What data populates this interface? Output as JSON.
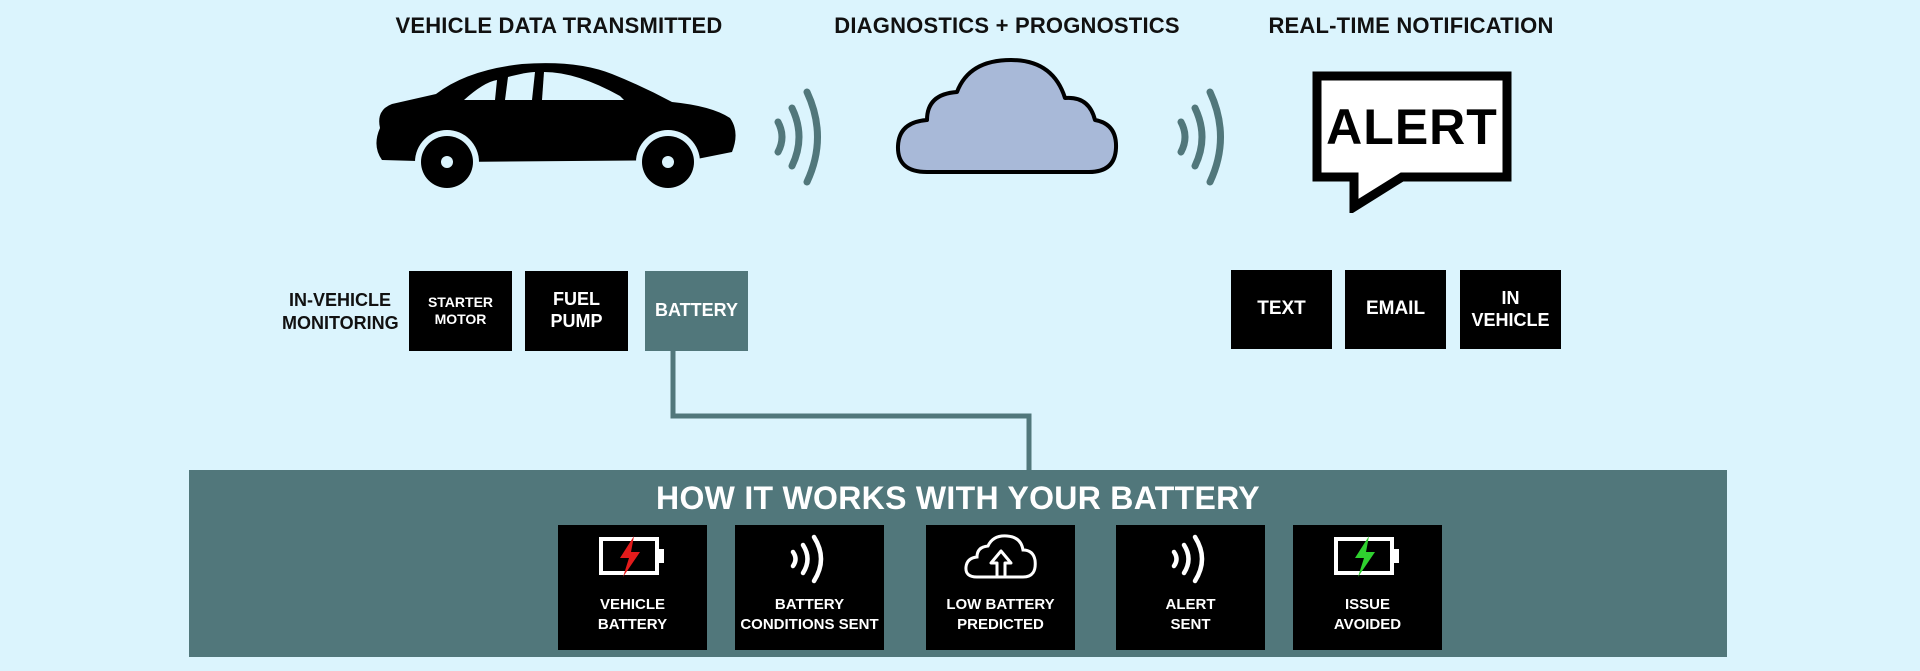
{
  "headings": {
    "vehicle_data": "VEHICLE DATA TRANSMITTED",
    "diagnostics": "DIAGNOSTICS + PROGNOSTICS",
    "notification": "REAL-TIME NOTIFICATION"
  },
  "alert_text": "ALERT",
  "monitoring": {
    "label": "IN-VEHICLE\nMONITORING",
    "items": [
      "STARTER\nMOTOR",
      "FUEL\nPUMP",
      "BATTERY"
    ]
  },
  "notifications": {
    "items": [
      "TEXT",
      "EMAIL",
      "IN\nVEHICLE"
    ]
  },
  "battery_panel": {
    "title": "HOW IT WORKS WITH YOUR BATTERY",
    "steps": [
      {
        "label": "VEHICLE\nBATTERY",
        "icon": "battery-red-bolt-icon"
      },
      {
        "label": "BATTERY\nCONDITIONS SENT",
        "icon": "signal-waves-icon"
      },
      {
        "label": "LOW BATTERY\nPREDICTED",
        "icon": "cloud-upload-icon"
      },
      {
        "label": "ALERT\nSENT",
        "icon": "signal-waves-icon"
      },
      {
        "label": "ISSUE\nAVOIDED",
        "icon": "battery-green-bolt-icon"
      }
    ]
  },
  "colors": {
    "background": "#dbf4fd",
    "teal": "#51777b",
    "cloud": "#a8b9d8",
    "bolt_red": "#e31b1b",
    "bolt_green": "#2fd12f"
  }
}
